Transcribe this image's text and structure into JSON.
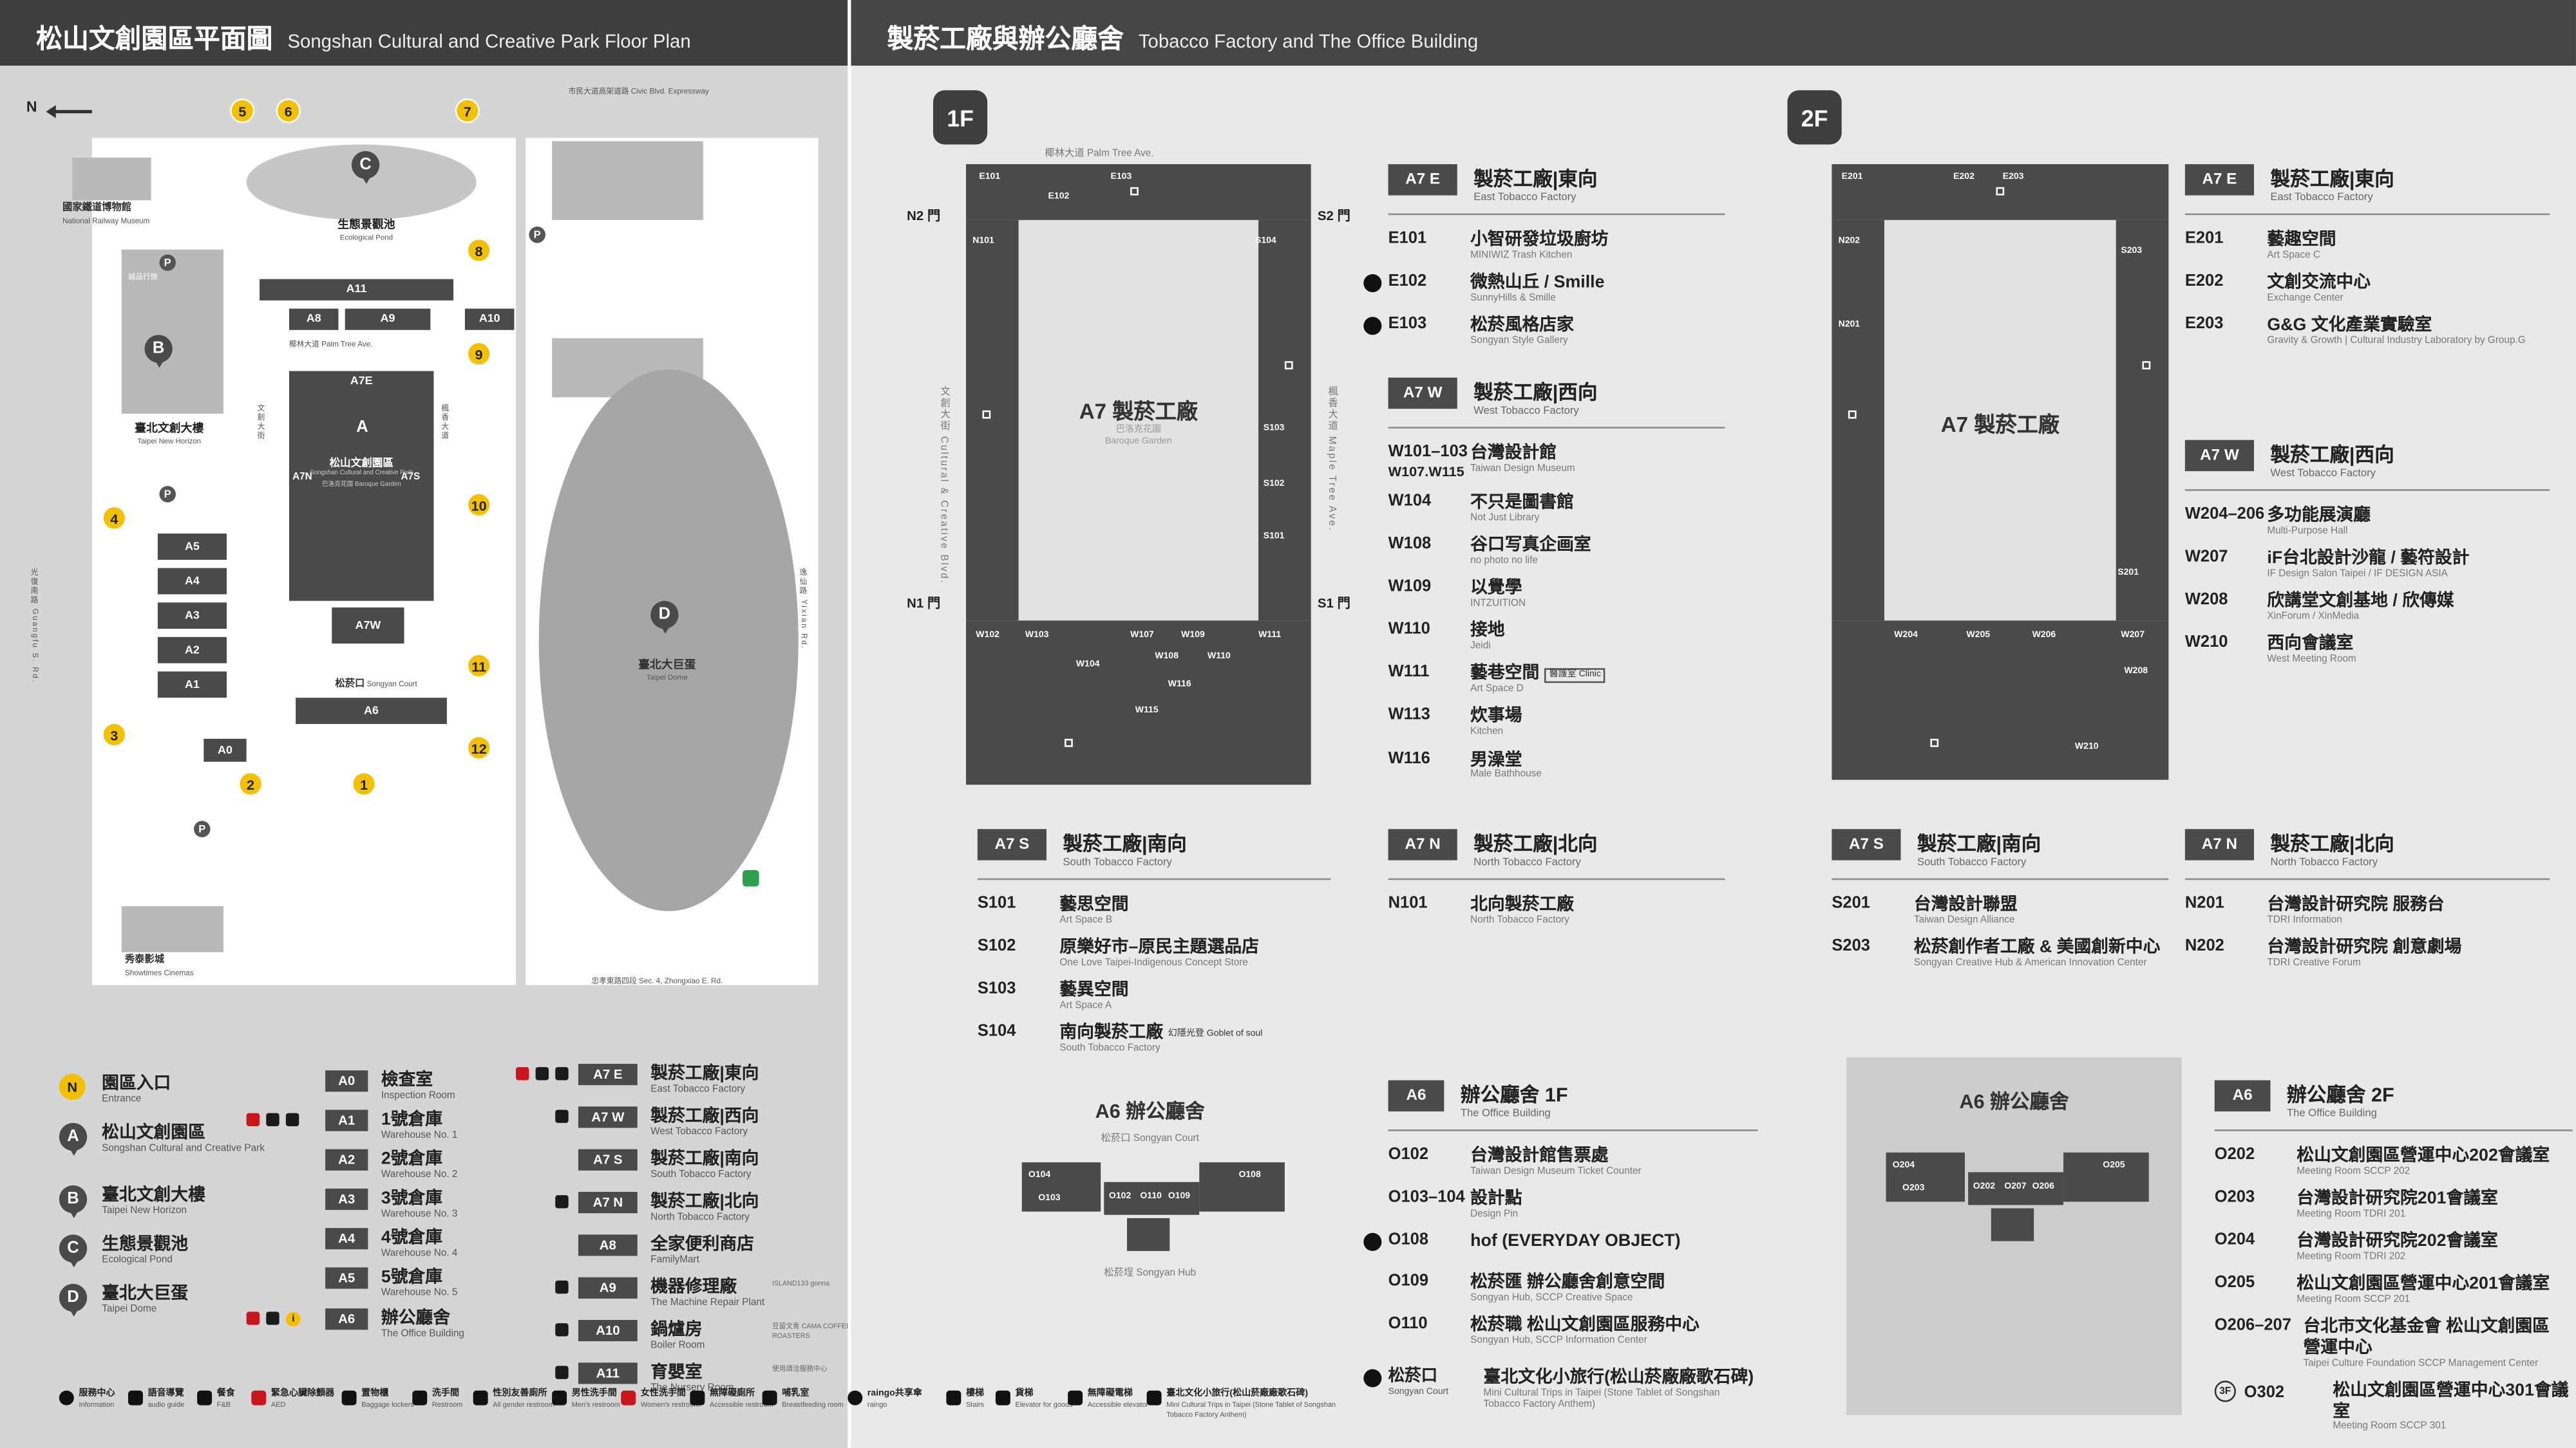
{
  "colors": {
    "header": "#3e3e3e",
    "panel_left": "#d5d5d5",
    "panel_right": "#e9e9e9",
    "building_dark": "#4a4a4a",
    "accent_yellow": "#f3c000",
    "accent_red": "#c8161d",
    "park_green": "#2e9e4f"
  },
  "hdr_left": {
    "zh": "松山文創園區平面圖",
    "en": "Songshan Cultural and Creative Park Floor Plan"
  },
  "hdr_right": {
    "zh": "製菸工廠與辦公廳舍",
    "en": "Tobacco Factory and The Office Building"
  },
  "map": {
    "north": "N",
    "parking": "P",
    "numbers": [
      "1",
      "2",
      "3",
      "4",
      "5",
      "6",
      "7",
      "8",
      "9",
      "10",
      "11",
      "12"
    ],
    "pins": {
      "a": "A",
      "b": "B",
      "c": "C",
      "d": "D"
    },
    "codes": {
      "a0": "A0",
      "a1": "A1",
      "a2": "A2",
      "a3": "A3",
      "a4": "A4",
      "a5": "A5",
      "a6": "A6",
      "a7e": "A7E",
      "a7n": "A7N",
      "a7s": "A7S",
      "a7w": "A7W",
      "a8": "A8",
      "a9": "A9",
      "a10": "A10",
      "a11": "A11"
    },
    "streets": {
      "civic_zh": "市民大道高架道路",
      "civic_en": "Civic Blvd. Expressway",
      "guangfu_zh": "光復南路",
      "guangfu_en": "Guangfu S. Rd.",
      "zhongxiao_zh": "忠孝東路四段",
      "zhongxiao_en": "Sec. 4, Zhongxiao E. Rd.",
      "yixian_zh": "逸仙路",
      "yixian_en": "Yixian Rd.",
      "palm_zh": "椰林大道",
      "palm_en": "Palm Tree Ave.",
      "cultural_zh": "文創大街",
      "cultural_en": "Cultural & Creative Blvd.",
      "maple_zh": "楓香大道",
      "maple_en": "Maple Tree Ave."
    },
    "labels": {
      "museum_zh": "國家鐵道博物館",
      "museum_en": "National Railway Museum",
      "eslite": "誠品行旅",
      "cinema_zh": "秀泰影城",
      "cinema_en": "Showtimes Cinemas",
      "park_zh": "松山文創園區",
      "park_en": "Songshan Cultural and Creative Park",
      "horizon_zh": "臺北文創大樓",
      "horizon_en": "Taipei New Horizon",
      "pond_zh": "生態景觀池",
      "pond_en": "Ecological Pond",
      "dome_zh": "臺北大巨蛋",
      "dome_en": "Taipei Dome",
      "garden_zh": "巴洛克花園",
      "garden_en": "Baroque Garden",
      "court_zh": "松菸口",
      "court_en": "Songyan Court"
    }
  },
  "legend": {
    "places": [
      {
        "key": "N",
        "zh": "園區入口",
        "en": "Entrance"
      },
      {
        "key": "A",
        "zh": "松山文創園區",
        "en": "Songshan Cultural and Creative Park"
      },
      {
        "key": "B",
        "zh": "臺北文創大樓",
        "en": "Taipei New Horizon"
      },
      {
        "key": "C",
        "zh": "生態景觀池",
        "en": "Ecological Pond"
      },
      {
        "key": "D",
        "zh": "臺北大巨蛋",
        "en": "Taipei Dome"
      }
    ],
    "warehouses": [
      {
        "code": "A0",
        "zh": "檢查室",
        "en": "Inspection Room"
      },
      {
        "code": "A1",
        "zh": "1號倉庫",
        "en": "Warehouse No. 1"
      },
      {
        "code": "A2",
        "zh": "2號倉庫",
        "en": "Warehouse No. 2"
      },
      {
        "code": "A3",
        "zh": "3號倉庫",
        "en": "Warehouse No. 3"
      },
      {
        "code": "A4",
        "zh": "4號倉庫",
        "en": "Warehouse No. 4"
      },
      {
        "code": "A5",
        "zh": "5號倉庫",
        "en": "Warehouse No. 5"
      },
      {
        "code": "A6",
        "zh": "辦公廳舍",
        "en": "The Office Building"
      }
    ],
    "factory": [
      {
        "code": "A7 E",
        "zh": "製菸工廠|東向",
        "en": "East Tobacco Factory"
      },
      {
        "code": "A7 W",
        "zh": "製菸工廠|西向",
        "en": "West Tobacco Factory"
      },
      {
        "code": "A7 S",
        "zh": "製菸工廠|南向",
        "en": "South Tobacco Factory"
      },
      {
        "code": "A7 N",
        "zh": "製菸工廠|北向",
        "en": "North Tobacco Factory"
      },
      {
        "code": "A8",
        "zh": "全家便利商店",
        "en": "FamilyMart",
        "note": ""
      },
      {
        "code": "A9",
        "zh": "機器修理廠",
        "en": "The Machine Repair Plant",
        "note": "ISLAND133 gonna"
      },
      {
        "code": "A10",
        "zh": "鍋爐房",
        "en": "Boiler Room",
        "note": "豆留文青 CAMA COFFEE ROASTERS"
      },
      {
        "code": "A11",
        "zh": "育嬰室",
        "en": "The Nursery Room",
        "note": "使用請洽服務中心"
      }
    ]
  },
  "facilities": [
    {
      "zh": "服務中心",
      "en": "Information"
    },
    {
      "zh": "語音導覽",
      "en": "audio guide"
    },
    {
      "zh": "餐食",
      "en": "F&B"
    },
    {
      "zh": "緊急心臟除顫器",
      "en": "AED"
    },
    {
      "zh": "置物櫃",
      "en": "Baggage lockers"
    },
    {
      "zh": "洗手間",
      "en": "Restroom"
    },
    {
      "zh": "性別友善廁所",
      "en": "All gender restroom"
    },
    {
      "zh": "男性洗手間",
      "en": "Men's restroom"
    },
    {
      "zh": "女性洗手間",
      "en": "Women's restroom"
    },
    {
      "zh": "無障礙廁所",
      "en": "Accessible restroom"
    },
    {
      "zh": "哺乳室",
      "en": "Breastfeeding room"
    },
    {
      "zh": "raingo共享傘",
      "en": "raingo"
    },
    {
      "zh": "樓梯",
      "en": "Stairs"
    },
    {
      "zh": "貨梯",
      "en": "Elevator for goods"
    },
    {
      "zh": "無障礙電梯",
      "en": "Accessible elevator"
    },
    {
      "zh": "臺北文化小旅行(松山菸廠廠歌石碑)",
      "en": "Mini Cultural Trips in Taipei (Stone Tablet of Songshan Tobacco Factory Anthem)"
    }
  ],
  "f1": {
    "badge": "1F",
    "plan_title": "A7 製菸工廠",
    "garden_zh": "巴洛克花園",
    "garden_en": "Baroque Garden",
    "doors": {
      "n2": "N2 門",
      "s2": "S2 門",
      "n1": "N1 門",
      "s1": "S1 門"
    },
    "plan_rooms": [
      "E101",
      "E102",
      "E103",
      "N101",
      "S104",
      "S103",
      "S102",
      "S101",
      "W102",
      "W103",
      "W104",
      "W107",
      "W108",
      "W109",
      "W110",
      "W111",
      "W115",
      "W116"
    ],
    "sections": [
      {
        "code": "A7 E",
        "zh": "製菸工廠|東向",
        "en": "East Tobacco Factory",
        "rooms": [
          {
            "code": "E101",
            "zh": "小智研發垃圾廚坊",
            "en": "MINIWIZ Trash Kitchen"
          },
          {
            "code": "E102",
            "zh": "微熱山丘 / Smille",
            "en": "SunnyHills & Smille"
          },
          {
            "code": "E103",
            "zh": "松菸風格店家",
            "en": "Songyan Style Gallery"
          }
        ]
      },
      {
        "code": "A7 W",
        "zh": "製菸工廠|西向",
        "en": "West Tobacco Factory",
        "rooms": [
          {
            "code": "W101–103",
            "code2": "W107.W115",
            "zh": "台灣設計館",
            "en": "Taiwan Design Museum"
          },
          {
            "code": "W104",
            "zh": "不只是圖書館",
            "en": "Not Just Library"
          },
          {
            "code": "W108",
            "zh": "谷口写真企画室",
            "en": "no photo no life"
          },
          {
            "code": "W109",
            "zh": "以覺學",
            "en": "INTZUITION"
          },
          {
            "code": "W110",
            "zh": "接地",
            "en": "Jeidi"
          },
          {
            "code": "W111",
            "zh": "藝巷空間",
            "extra": "醫護室 Clinic",
            "en": "Art Space D"
          },
          {
            "code": "W113",
            "zh": "炊事場",
            "en": "Kitchen"
          },
          {
            "code": "W116",
            "zh": "男澡堂",
            "en": "Male Bathhouse"
          }
        ]
      },
      {
        "code": "A7 S",
        "zh": "製菸工廠|南向",
        "en": "South Tobacco Factory",
        "rooms": [
          {
            "code": "S101",
            "zh": "藝思空間",
            "en": "Art Space B"
          },
          {
            "code": "S102",
            "zh": "原樂好市–原民主題選品店",
            "en": "One Love Taipei-Indigenous Concept Store"
          },
          {
            "code": "S103",
            "zh": "藝異空間",
            "en": "Art Space A"
          },
          {
            "code": "S104",
            "zh": "南向製菸工廠",
            "extra": "幻隱光登 Goblet of soul",
            "en": "South Tobacco Factory"
          }
        ]
      },
      {
        "code": "A7 N",
        "zh": "製菸工廠|北向",
        "en": "North Tobacco Factory",
        "rooms": [
          {
            "code": "N101",
            "zh": "北向製菸工廠",
            "en": "North Tobacco Factory"
          }
        ]
      }
    ]
  },
  "f2": {
    "badge": "2F",
    "plan_title": "A7 製菸工廠",
    "plan_rooms": [
      "E201",
      "E202",
      "E203",
      "N202",
      "N201",
      "S203",
      "S201",
      "W204",
      "W205",
      "W206",
      "W207",
      "W208",
      "W210"
    ],
    "sections": [
      {
        "code": "A7 E",
        "zh": "製菸工廠|東向",
        "en": "East Tobacco Factory",
        "rooms": [
          {
            "code": "E201",
            "zh": "藝趣空間",
            "en": "Art Space C"
          },
          {
            "code": "E202",
            "zh": "文創交流中心",
            "en": "Exchange Center"
          },
          {
            "code": "E203",
            "zh": "G&G 文化產業實驗室",
            "en": "Gravity & Growth | Cultural Industry Laboratory by Group.G"
          }
        ]
      },
      {
        "code": "A7 W",
        "zh": "製菸工廠|西向",
        "en": "West Tobacco Factory",
        "rooms": [
          {
            "code": "W204–206",
            "zh": "多功能展演廳",
            "en": "Multi-Purpose Hall"
          },
          {
            "code": "W207",
            "zh": "iF台北設計沙龍 / 藝符設計",
            "en": "IF Design Salon Taipei / IF DESIGN ASIA"
          },
          {
            "code": "W208",
            "zh": "欣講堂文創基地 / 欣傳媒",
            "en": "XinForum / XinMedia"
          },
          {
            "code": "W210",
            "zh": "西向會議室",
            "en": "West Meeting Room"
          }
        ]
      },
      {
        "code": "A7 S",
        "zh": "製菸工廠|南向",
        "en": "South Tobacco Factory",
        "rooms": [
          {
            "code": "S201",
            "zh": "台灣設計聯盟",
            "en": "Taiwan Design Alliance"
          },
          {
            "code": "S203",
            "zh": "松菸創作者工廠 & 美國創新中心",
            "en": "Songyan Creative Hub & American Innovation Center"
          }
        ]
      },
      {
        "code": "A7 N",
        "zh": "製菸工廠|北向",
        "en": "North Tobacco Factory",
        "rooms": [
          {
            "code": "N201",
            "zh": "台灣設計研究院 服務台",
            "en": "TDRI Information"
          },
          {
            "code": "N202",
            "zh": "台灣設計研究院 創意劇場",
            "en": "TDRI Creative Forum"
          }
        ]
      }
    ]
  },
  "o1": {
    "plan_title": "A6 辦公廳舍",
    "court_zh": "松菸口",
    "court_en": "Songyan Court",
    "hub_zh": "松菸埕",
    "hub_en": "Songyan Hub",
    "plan_rooms": [
      "O104",
      "O103",
      "O102",
      "O110",
      "O109",
      "O108"
    ],
    "head": {
      "code": "A6",
      "zh": "辦公廳舍 1F",
      "en": "The Office Building"
    },
    "rooms": [
      {
        "code": "O102",
        "zh": "台灣設計館售票處",
        "en": "Taiwan Design Museum Ticket Counter"
      },
      {
        "code": "O103–104",
        "zh": "設計點",
        "en": "Design Pin"
      },
      {
        "code": "O108",
        "zh": "hof (EVERYDAY OBJECT)",
        "en": ""
      },
      {
        "code": "O109",
        "zh": "松菸匯 辦公廳舍創意空間",
        "en": "Songyan Hub, SCCP Creative Space"
      },
      {
        "code": "O110",
        "zh": "松菸職 松山文創園區服務中心",
        "en": "Songyan Hub, SCCP Information Center"
      }
    ],
    "court_row": {
      "zh": "松菸口",
      "en": "Songyan Court",
      "desc_zh": "臺北文化小旅行(松山菸廠廠歌石碑)",
      "desc_en": "Mini Cultural Trips in Taipei (Stone Tablet of Songshan Tobacco Factory Anthem)"
    }
  },
  "o2": {
    "plan_title": "A6 辦公廳舍",
    "plan_rooms": [
      "O204",
      "O203",
      "O202",
      "O207",
      "O206",
      "O205"
    ],
    "head": {
      "code": "A6",
      "zh": "辦公廳舍 2F",
      "en": "The Office Building"
    },
    "rooms": [
      {
        "code": "O202",
        "zh": "松山文創園區營運中心202會議室",
        "en": "Meeting Room SCCP 202"
      },
      {
        "code": "O203",
        "zh": "台灣設計研究院201會議室",
        "en": "Meeting Room TDRI 201"
      },
      {
        "code": "O204",
        "zh": "台灣設計研究院202會議室",
        "en": "Meeting Room TDRI 202"
      },
      {
        "code": "O205",
        "zh": "松山文創園區營運中心201會議室",
        "en": "Meeting Room SCCP 201"
      },
      {
        "code": "O206–207",
        "zh": "台北市文化基金會 松山文創園區營運中心",
        "en": "Taipei Culture Foundation SCCP Management Center"
      },
      {
        "code": "O302",
        "zh": "松山文創園區營運中心301會議室",
        "en": "Meeting Room SCCP 301",
        "badge": "3F"
      }
    ]
  }
}
